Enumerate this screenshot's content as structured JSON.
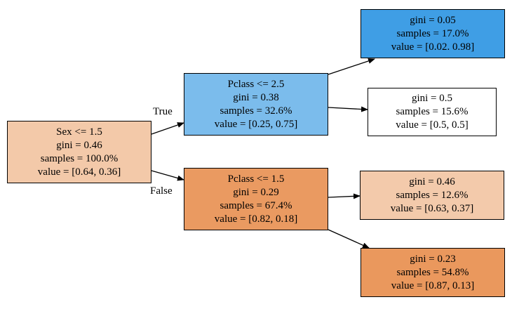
{
  "nodes": {
    "root": {
      "fill": "#f3c9a9",
      "lines": [
        "Sex <= 1.5",
        "gini = 0.46",
        "samples = 100.0%",
        "value = [0.64, 0.36]"
      ]
    },
    "left": {
      "fill": "#7bbcec",
      "lines": [
        "Pclass <= 2.5",
        "gini = 0.38",
        "samples = 32.6%",
        "value = [0.25, 0.75]"
      ]
    },
    "right": {
      "fill": "#ea9a61",
      "lines": [
        "Pclass <= 1.5",
        "gini = 0.29",
        "samples = 67.4%",
        "value = [0.82, 0.18]"
      ]
    },
    "leaf1": {
      "fill": "#3f9ee5",
      "lines": [
        "gini = 0.05",
        "samples = 17.0%",
        "value = [0.02. 0.98]"
      ]
    },
    "leaf2": {
      "fill": "#ffffff",
      "lines": [
        "gini = 0.5",
        "samples = 15.6%",
        "value = [0.5, 0.5]"
      ]
    },
    "leaf3": {
      "fill": "#f3caab",
      "lines": [
        "gini = 0.46",
        "samples = 12.6%",
        "value = [0.63, 0.37]"
      ]
    },
    "leaf4": {
      "fill": "#ea985d",
      "lines": [
        "gini = 0.23",
        "samples = 54.8%",
        "value = [0.87, 0.13]"
      ]
    }
  },
  "edge_labels": {
    "true_label": "True",
    "false_label": "False"
  }
}
